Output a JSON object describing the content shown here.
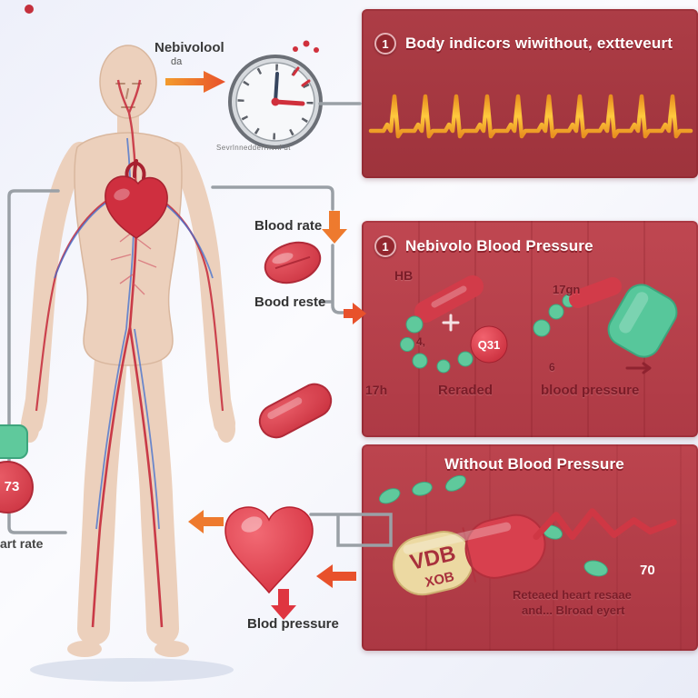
{
  "top": {
    "drug_name": "Nebivolool",
    "drug_sub": "da",
    "clock_caption": "Sevrlnnedderrnvnl dt"
  },
  "mid_labels": {
    "blood_rate": "Blood rate",
    "bood_reste": "Bood reste",
    "blod_pressure": "Blod pressure"
  },
  "left_cluster": {
    "badge_value": "73",
    "caption": "art rate"
  },
  "panel1": {
    "number": "1",
    "title": "Body indicors wiwithout, extteveurt"
  },
  "panel2": {
    "number": "1",
    "title": "Nebivolo Blood Pressure",
    "label_hb": "HB",
    "label_17gn": "17gn",
    "label_4": "4,",
    "label_q31": "Q31",
    "label_17h": "17h",
    "label_reraded": "Reraded",
    "label_6": "6",
    "label_blood_pressure": "blood pressure"
  },
  "panel3": {
    "title": "Without Blood Pressure",
    "capsule_top": "VDB",
    "capsule_bottom": "XOB",
    "value_70": "70",
    "caption_1": "Reteaed heart resaae",
    "caption_2": "and... Blroad eyert"
  },
  "colors": {
    "panel_red": "#b23b46",
    "pill_red": "#d23b49",
    "pill_green": "#5dc89c",
    "ecg_yellow": "#ffb534",
    "arrow_orange": "#ed6a2f"
  }
}
